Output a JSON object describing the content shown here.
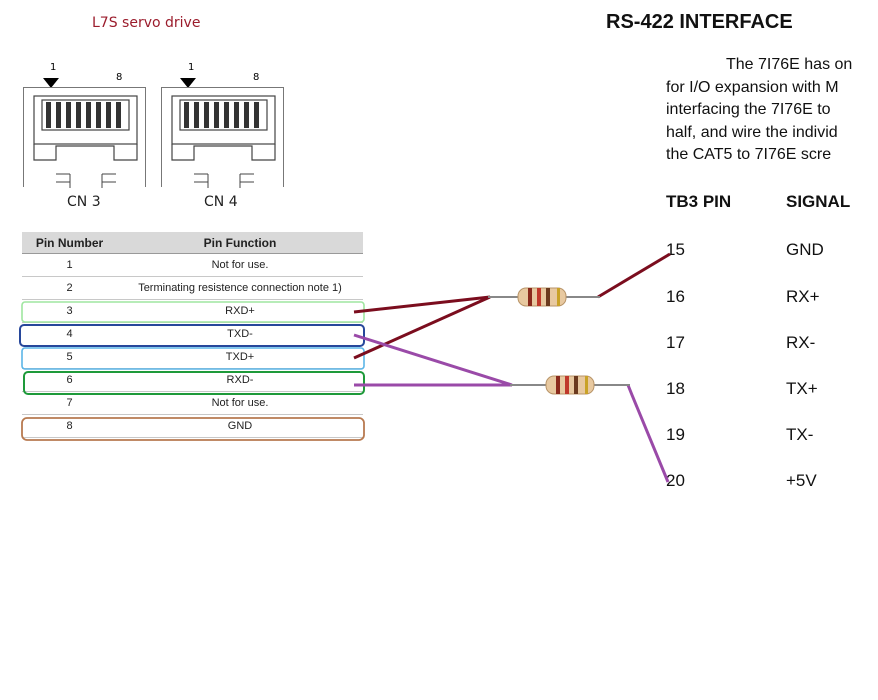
{
  "diagram_title": "L7S servo drive",
  "connectors": [
    {
      "label": "CN 3",
      "pin_first": "1",
      "pin_last": "8"
    },
    {
      "label": "CN 4",
      "pin_first": "1",
      "pin_last": "8"
    }
  ],
  "pin_table": {
    "headers": [
      "Pin Number",
      "Pin Function"
    ],
    "rows": [
      {
        "num": "1",
        "func": "Not for use."
      },
      {
        "num": "2",
        "func": "Terminating resistence connection note 1)"
      },
      {
        "num": "3",
        "func": "RXD+"
      },
      {
        "num": "4",
        "func": "TXD-"
      },
      {
        "num": "5",
        "func": "TXD+"
      },
      {
        "num": "6",
        "func": "RXD-"
      },
      {
        "num": "7",
        "func": "Not for use."
      },
      {
        "num": "8",
        "func": "GND"
      }
    ]
  },
  "rs422": {
    "title": "RS-422 INTERFACE",
    "paragraph": [
      "The 7I76E has on",
      "for I/O expansion with M",
      "interfacing the 7I76E to",
      "half, and wire the individ",
      "the CAT5  to 7I76E scre"
    ],
    "table_headers": [
      "TB3 PIN",
      "SIGNAL"
    ],
    "rows": [
      {
        "pin": "15",
        "signal": "GND"
      },
      {
        "pin": "16",
        "signal": "RX+"
      },
      {
        "pin": "17",
        "signal": "RX-"
      },
      {
        "pin": "18",
        "signal": "TX+"
      },
      {
        "pin": "19",
        "signal": "TX-"
      },
      {
        "pin": "20",
        "signal": "+5V"
      }
    ]
  },
  "colors": {
    "title_red": "#9b1c2c",
    "wire_red": "#7b0d1e",
    "wire_purple": "#9a4aa8",
    "outline_green_light": "#9fe6a0",
    "outline_blue_dark": "#27479b",
    "outline_blue_light": "#5bb6e8",
    "outline_green_dark": "#1e9a3a",
    "outline_brown": "#b87a50"
  }
}
